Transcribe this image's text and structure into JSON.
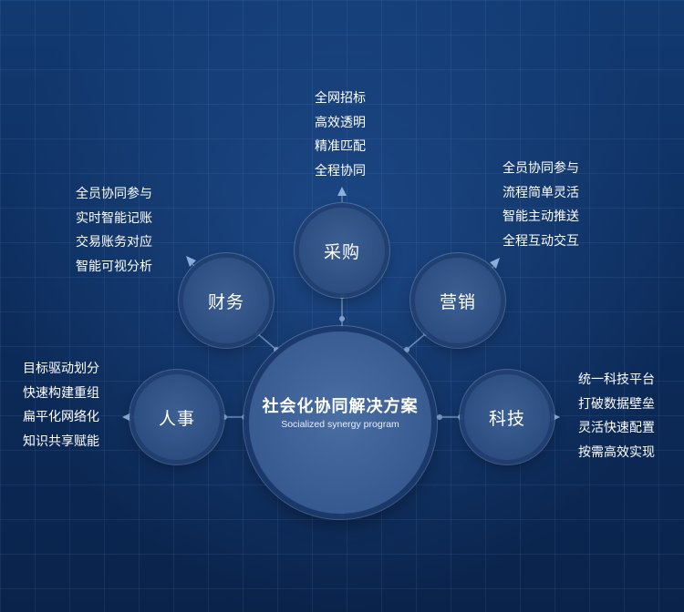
{
  "center": {
    "title": "社会化协同解决方案",
    "subtitle": "Socialized synergy program"
  },
  "nodes": {
    "procurement": {
      "label": "采购",
      "items": [
        "全网招标",
        "高效透明",
        "精准匹配",
        "全程协同"
      ]
    },
    "finance": {
      "label": "财务",
      "items": [
        "全员协同参与",
        "实时智能记账",
        "交易账务对应",
        "智能可视分析"
      ]
    },
    "marketing": {
      "label": "营销",
      "items": [
        "全员协同参与",
        "流程简单灵活",
        "智能主动推送",
        "全程互动交互"
      ]
    },
    "hr": {
      "label": "人事",
      "items": [
        "目标驱动划分",
        "快速构建重组",
        "扁平化网络化",
        "知识共享赋能"
      ]
    },
    "tech": {
      "label": "科技",
      "items": [
        "统一科技平台",
        "打破数据壁垒",
        "灵活快速配置",
        "按需高效实现"
      ]
    }
  },
  "colors": {
    "background": "#0d2e5e",
    "node_fill": "#2f5083",
    "center_fill": "#3a5d93",
    "connector": "#6f90bd",
    "text": "#ffffff"
  }
}
